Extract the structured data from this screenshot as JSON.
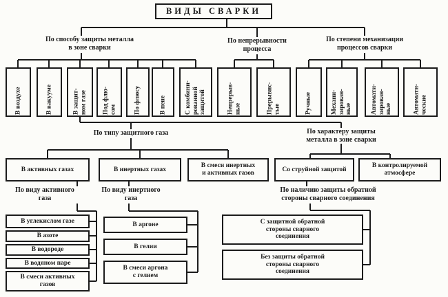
{
  "title": "ВИДЫ СВАРКИ",
  "colors": {
    "ink": "#1b1b1b",
    "paper": "#fcfcf9"
  },
  "branch_labels": {
    "method": "По способу защиты металла\nв зоне сварки",
    "continuity": "По непрерывности\nпроцесса",
    "mechanization": "По степени механизации\nпроцессов сварки",
    "gas_type": "По типу защитного газа",
    "protection_nature": "По характеру защиты\nметалла в зоне сварки",
    "active_gas": "По виду активного\nгаза",
    "inert_gas": "По виду инертного\nгаза",
    "back_side": "По наличию защиты обратной\nстороны сварного соединения"
  },
  "boxes": {
    "method": [
      "В воздухе",
      "В вакууме",
      "В защит-\nном газе",
      "Под флю-\nсом",
      "По флюсу",
      "В пене",
      "С комбини-\nрованной\nзащитой"
    ],
    "continuity": [
      "Непрерыв-\nные",
      "Прерывис-\nтые"
    ],
    "mechanization": [
      "Ручные",
      "Механи-\nзирован-\nные",
      "Автомати-\nзирован-\nные",
      "Автомати-\nческие"
    ],
    "gas_type": [
      "В активных газах",
      "В инертных газах",
      "В смеси инертных\nи активных газов"
    ],
    "protection_nature": [
      "Со струйной защитой",
      "В контролируемой\nатмосфере"
    ],
    "active_gas": [
      "В углекислом газе",
      "В азоте",
      "В водороде",
      "В водяном паре",
      "В смеси активных\nгазов"
    ],
    "inert_gas": [
      "В аргоне",
      "В гелии",
      "В смеси аргона\nс гелием"
    ],
    "back_side": [
      "С защитной обратной\nстороны сварного\nсоединения",
      "Без защиты обратной\nстороны сварного\nсоединения"
    ]
  }
}
